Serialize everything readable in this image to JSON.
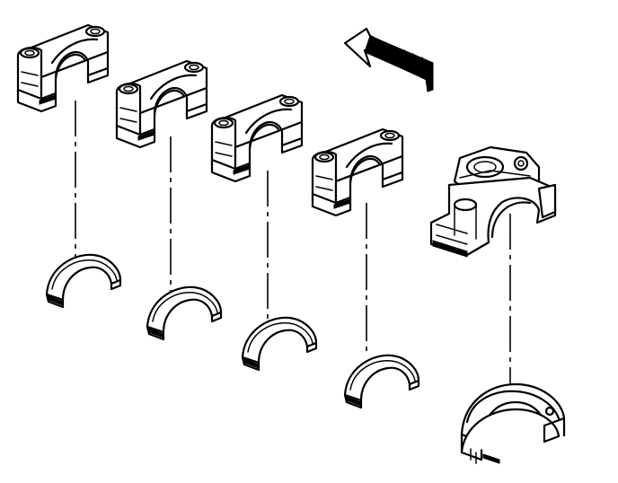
{
  "figure": {
    "description_alt": "",
    "assemblies": [
      {
        "id": 1,
        "cap": "main-bearing-cap",
        "insert": "lower-bearing-insert"
      },
      {
        "id": 2,
        "cap": "main-bearing-cap",
        "insert": "lower-bearing-insert"
      },
      {
        "id": 3,
        "cap": "main-bearing-cap",
        "insert": "lower-bearing-insert"
      },
      {
        "id": 4,
        "cap": "main-bearing-cap",
        "insert": "lower-bearing-insert"
      },
      {
        "id": 5,
        "cap": "rear-main-bearing-cap",
        "insert": "thrust-bearing-insert"
      }
    ],
    "front_arrow_icon": "arrow-up-left-icon",
    "colors": {
      "ink": "#000000",
      "paper": "#ffffff"
    }
  }
}
